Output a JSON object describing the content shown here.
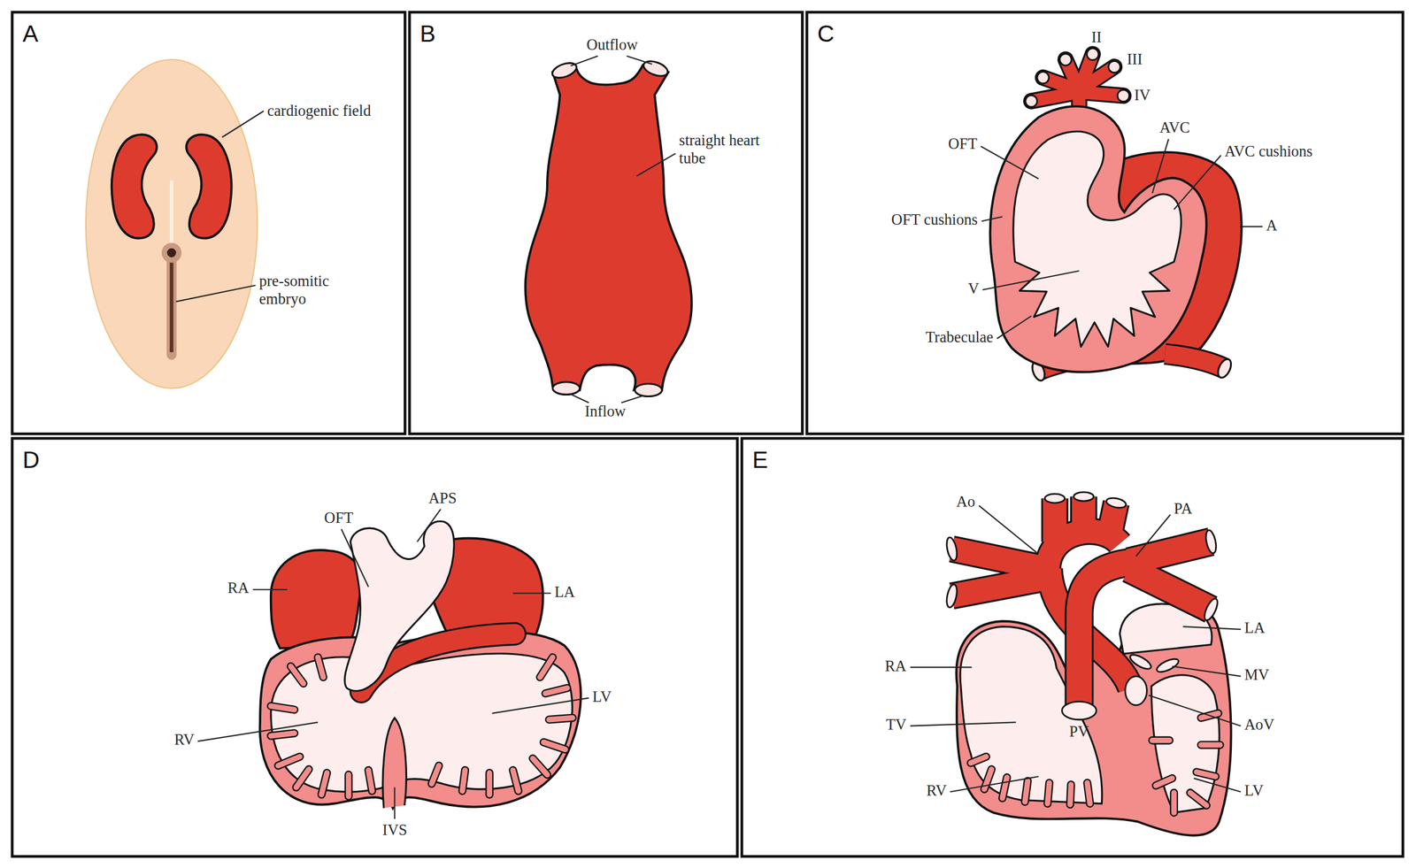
{
  "diagram": {
    "nodes": [
      {
        "text": [
          "A"
        ]
      },
      {
        "text": [
          "B"
        ]
      },
      {
        "text": [
          "C"
        ]
      },
      {
        "text": [
          "D"
        ]
      },
      {
        "text": [
          "E"
        ]
      }
    ],
    "labels": [
      "cardiogenic field",
      "pre-somitic embryo",
      "Outflow",
      "straight heart tube",
      "Inflow",
      "II",
      "III",
      "IV",
      "OFT",
      "AVC",
      "AVC cushions",
      "OFT cushions",
      "A",
      "V",
      "Trabeculae",
      "OFT",
      "APS",
      "RA",
      "LA",
      "LV",
      "RV",
      "IVS",
      "Ao",
      "PA",
      "LA",
      "RA",
      "MV",
      "TV",
      "AoV",
      "PV",
      "RV",
      "LV"
    ]
  }
}
